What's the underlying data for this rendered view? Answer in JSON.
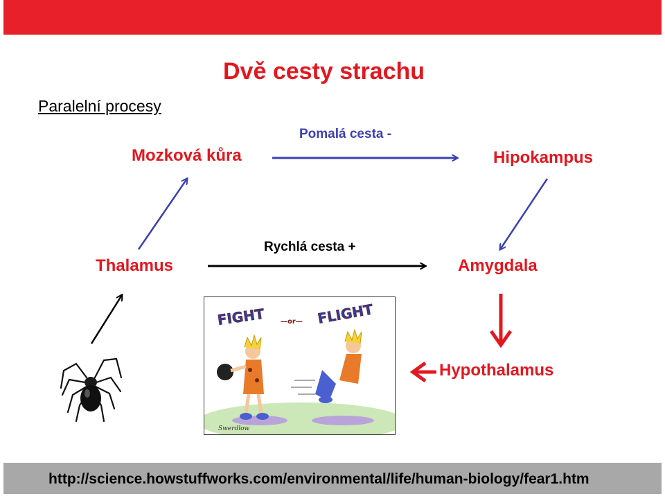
{
  "title": "Dvě cesty strachu",
  "subtitle": "Paralelní procesy",
  "nodes": {
    "cortex": "Mozková kůra",
    "hippocampus": "Hipokampus",
    "thalamus": "Thalamus",
    "amygdala": "Amygdala",
    "hypothalamus": "Hypothalamus"
  },
  "paths": {
    "slow": "Pomalá cesta -",
    "fast": "Rychlá cesta +"
  },
  "source_url": "http://science.howstuffworks.com/environmental/life/human-biology/fear1.htm",
  "cartoon": {
    "top_text_1": "FIGHT",
    "top_text_2": "FLIGHT",
    "mid_text": "—or—",
    "signature": "Swerdlow"
  },
  "colors": {
    "accent_red": "#e3171f",
    "path_blue": "#3b3fb5",
    "bar_red": "#e8202a",
    "footer_gray": "#a8a8a8"
  }
}
